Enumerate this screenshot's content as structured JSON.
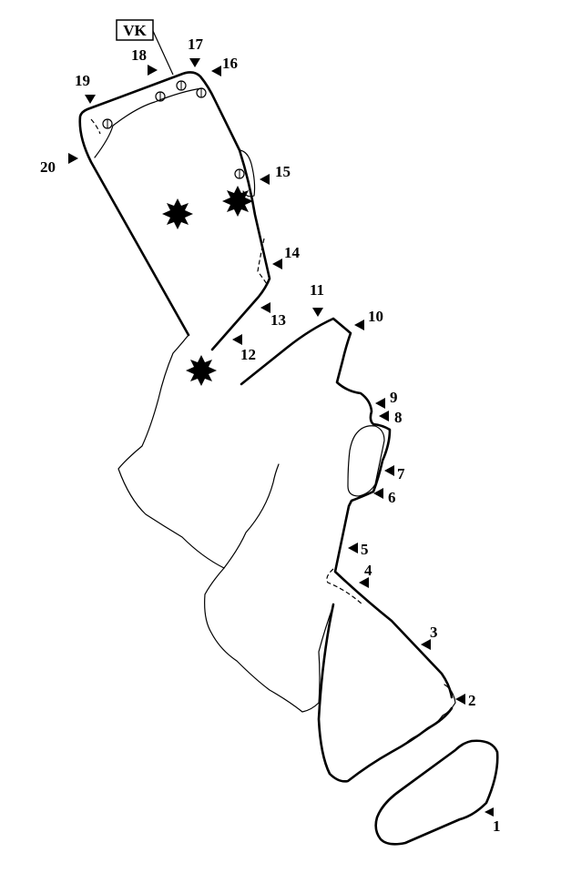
{
  "badge": {
    "text": "VK"
  },
  "markers": [
    {
      "label": "1",
      "dir": "left"
    },
    {
      "label": "2",
      "dir": "left"
    },
    {
      "label": "3",
      "dir": "left"
    },
    {
      "label": "4",
      "dir": "left"
    },
    {
      "label": "5",
      "dir": "left"
    },
    {
      "label": "6",
      "dir": "left"
    },
    {
      "label": "7",
      "dir": "left"
    },
    {
      "label": "8",
      "dir": "left"
    },
    {
      "label": "9",
      "dir": "left"
    },
    {
      "label": "10",
      "dir": "left"
    },
    {
      "label": "11",
      "dir": "down"
    },
    {
      "label": "12",
      "dir": "left"
    },
    {
      "label": "13",
      "dir": "left"
    },
    {
      "label": "14",
      "dir": "left"
    },
    {
      "label": "15",
      "dir": "left"
    },
    {
      "label": "16",
      "dir": "left"
    },
    {
      "label": "17",
      "dir": "down"
    },
    {
      "label": "18",
      "dir": "right"
    },
    {
      "label": "19",
      "dir": "down"
    },
    {
      "label": "20",
      "dir": "right"
    }
  ]
}
